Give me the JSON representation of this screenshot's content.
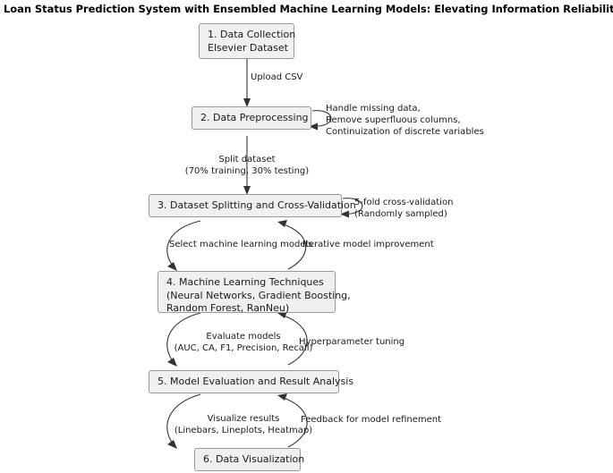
{
  "title": "Loan Status Prediction System with Ensembled Machine Learning Models: Elevating Information Reliability and Accuracy",
  "nodes": {
    "n1": "1. Data Collection\nElsevier Dataset",
    "n2": "2. Data Preprocessing",
    "n3": "3. Dataset Splitting and Cross-Validation",
    "n4": "4. Machine Learning Techniques\n(Neural Networks, Gradient Boosting,\nRandom Forest, RanNeu)",
    "n5": "5. Model Evaluation and Result Analysis",
    "n6": "6. Data Visualization"
  },
  "edge_labels": {
    "upload": "Upload CSV",
    "preprocess_loop": "Handle missing data,\nRemove superfluous columns,\nContinuization of discrete variables",
    "split": "Split dataset\n(70% training, 30% testing)",
    "cv_loop": "5-fold cross-validation\n(Randomly sampled)",
    "select_models": "Select machine learning models",
    "iterative": "Iterative model improvement",
    "evaluate": "Evaluate models\n(AUC, CA, F1, Precision, Recall)",
    "hyperparam": "Hyperparameter tuning",
    "visualize": "Visualize results\n(Linebars, Lineplots, Heatmap)",
    "feedback": "Feedback for model refinement"
  },
  "colors": {
    "node_fill": "#f0f0f0",
    "node_border": "#999999",
    "edge_stroke": "#333333",
    "text": "#1a1a1a",
    "background": "#ffffff"
  }
}
